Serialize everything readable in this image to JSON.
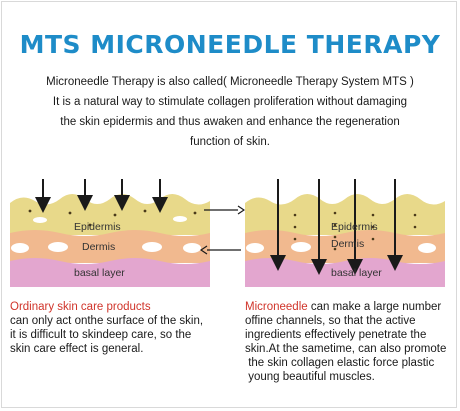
{
  "title": "MTS MICRONEEDLE THERAPY",
  "intro": [
    "Microneedle Therapy is also called( Microneedle Therapy System MTS )",
    "It is a natural way to stimulate collagen proliferation without damaging",
    "the skin epidermis and thus awaken and enhance the regeneration",
    "function of skin."
  ],
  "diagram_left": {
    "epidermis": "Epidermis",
    "dermis": "Dermis",
    "basal": "basal layer"
  },
  "diagram_right": {
    "epidermis": "Epidermis",
    "dermis": "Dermis",
    "basal": "basal layer"
  },
  "caption_left": {
    "highlight": "Ordinary skin care products",
    "lines": [
      "can only act onthe surface of the skin,",
      "it is difficult to skindeep care, so the",
      "skin care effect is general."
    ]
  },
  "caption_right": {
    "highlight": "Microneedle",
    "first_rest": " can make a large number",
    "lines": [
      "offine channels, so that the active",
      "ingredients effectively penetrate the",
      "skin.At the sametime, can also promote",
      " the skin collagen elastic force plastic",
      " young beautiful muscles."
    ]
  },
  "colors": {
    "title": "#1e8cc8",
    "highlight": "#d0342a",
    "epidermis": "#e8d98a",
    "dermis": "#f1b98f",
    "basal": "#e3a6cf"
  }
}
